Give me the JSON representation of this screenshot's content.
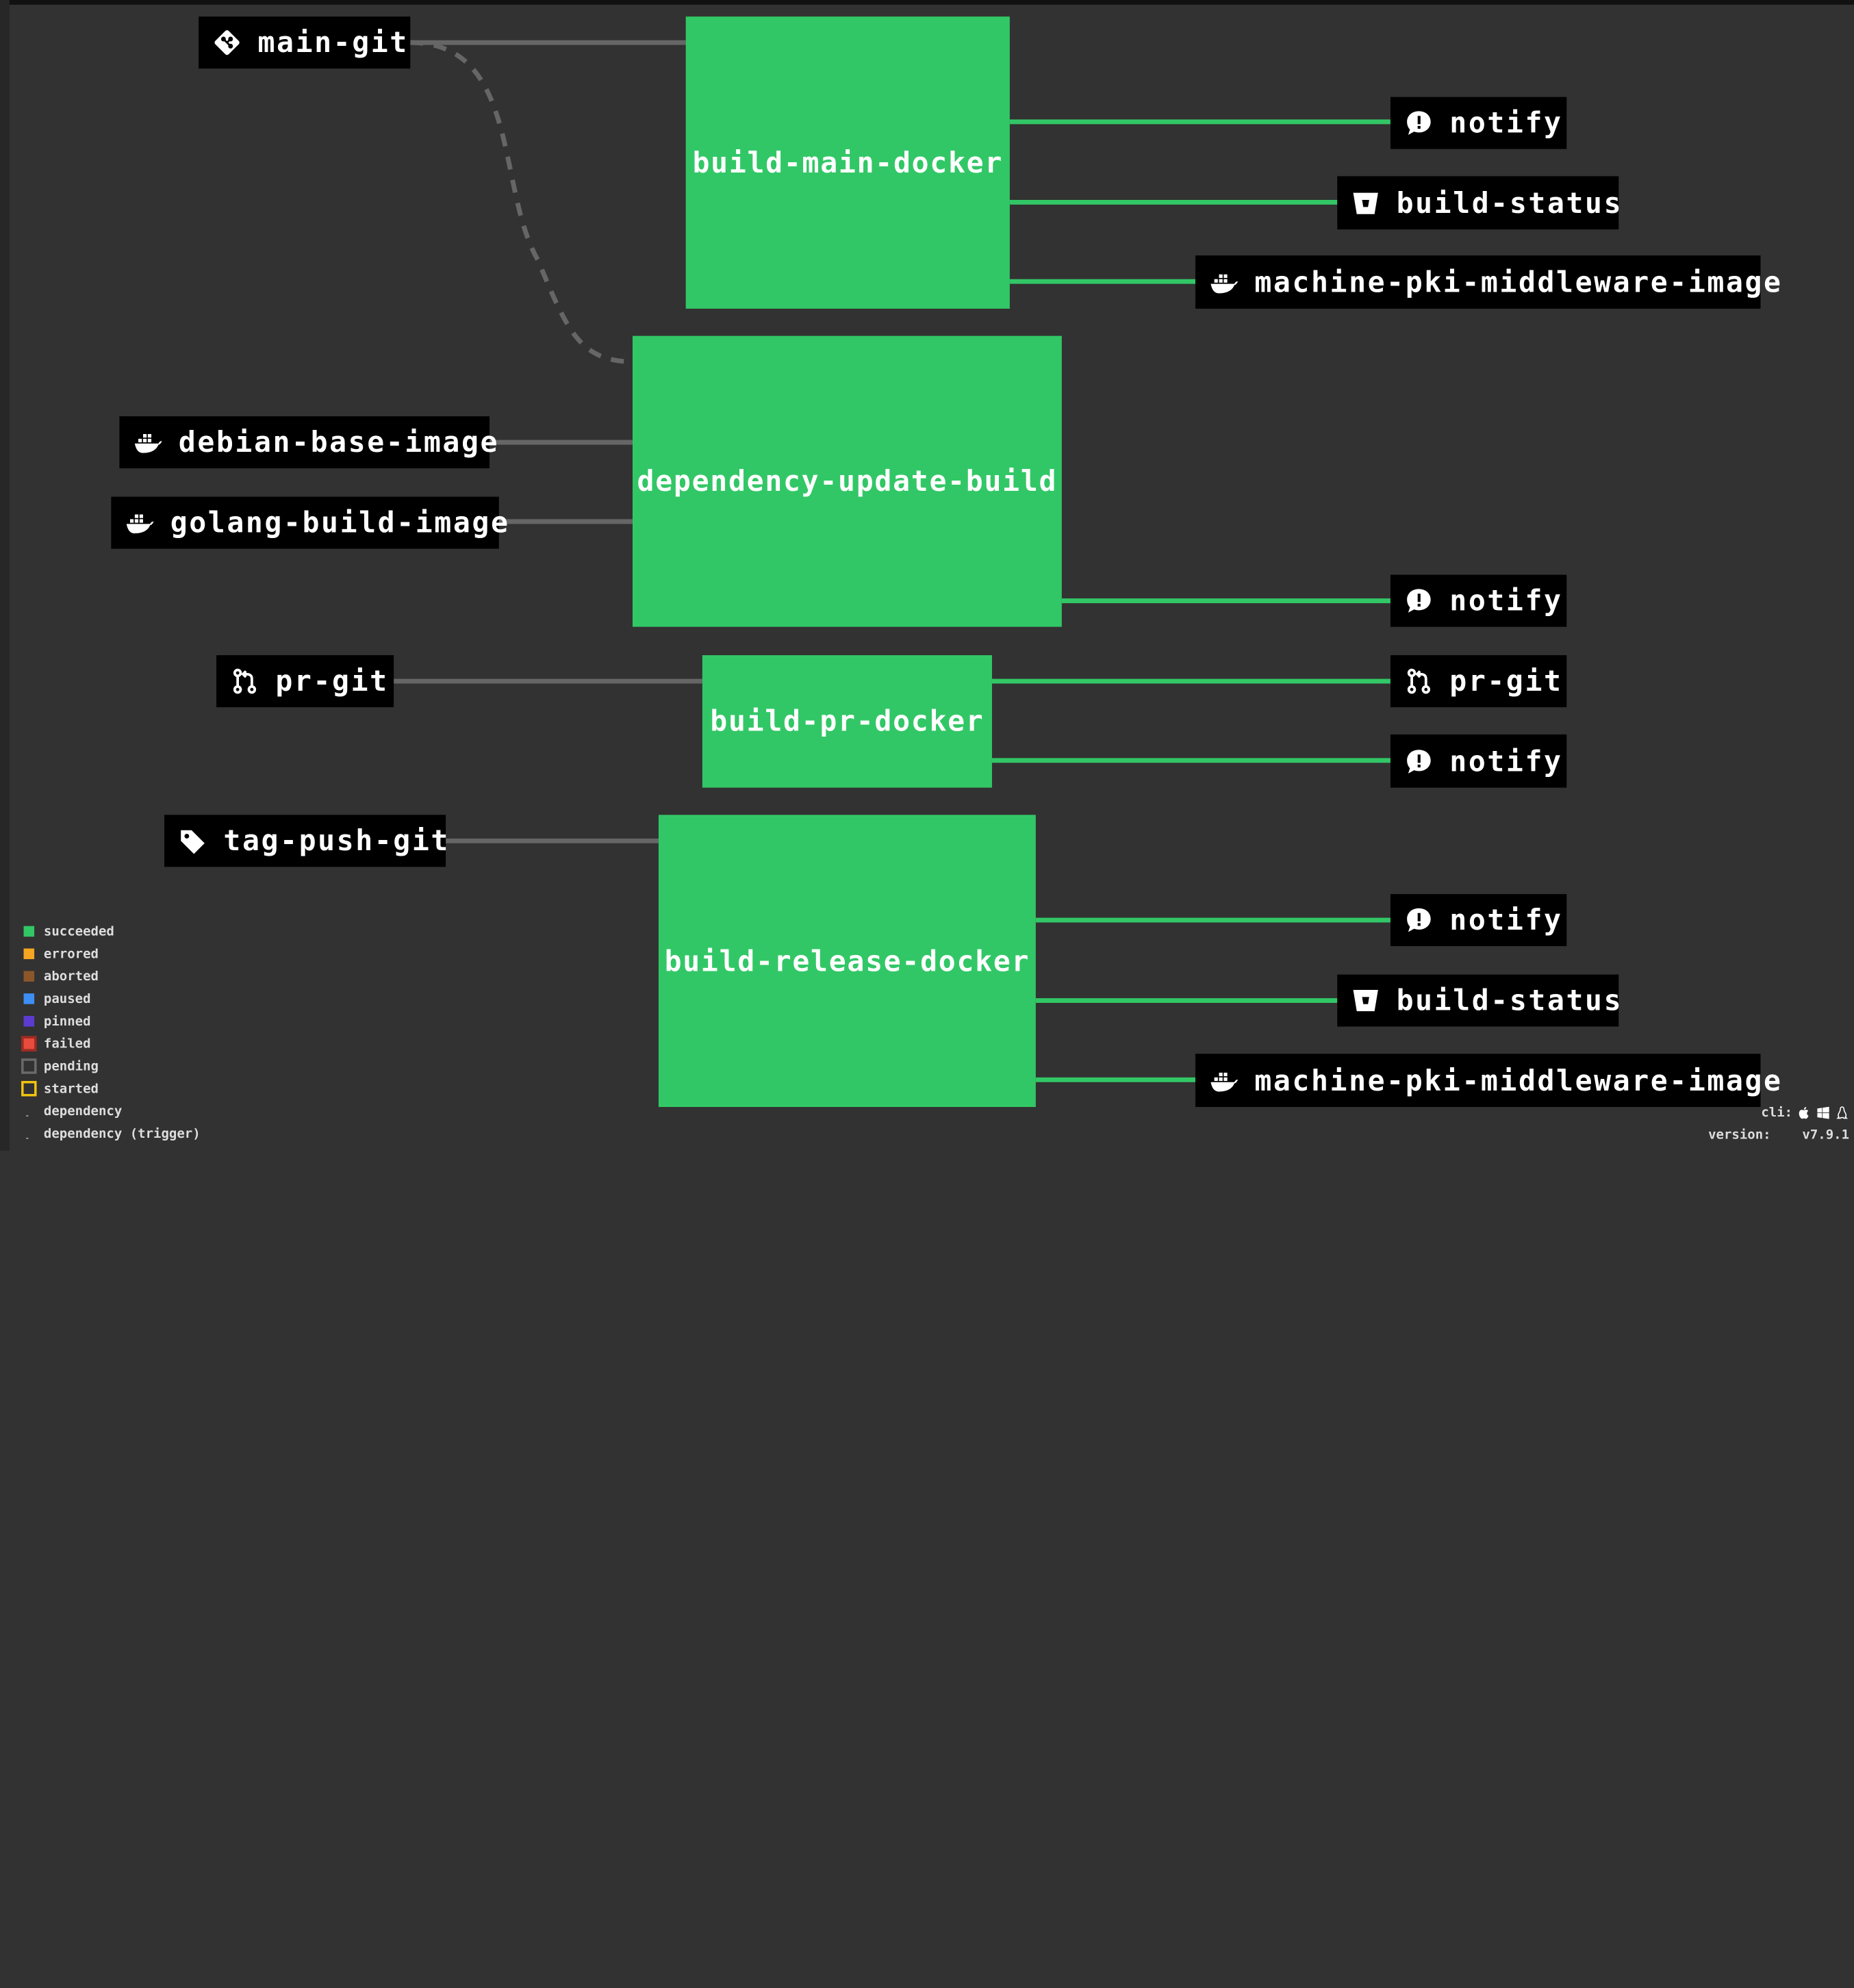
{
  "colors": {
    "background": "#323232",
    "job_succeeded": "#32c766",
    "resource_box": "#000000",
    "edge_input": "#666666",
    "edge_output": "#32c766"
  },
  "jobs": {
    "build_main_docker": "build-main-docker",
    "dependency_update_build": "dependency-update-build",
    "build_pr_docker": "build-pr-docker",
    "build_release_docker": "build-release-docker"
  },
  "resources": {
    "main_git": {
      "label": "main-git",
      "icon": "git-icon"
    },
    "debian_base_image": {
      "label": "debian-base-image",
      "icon": "docker-icon"
    },
    "golang_build_image": {
      "label": "golang-build-image",
      "icon": "docker-icon"
    },
    "pr_git_in": {
      "label": "pr-git",
      "icon": "pull-request-icon"
    },
    "tag_push_git": {
      "label": "tag-push-git",
      "icon": "tag-icon"
    },
    "notify_1": {
      "label": "notify",
      "icon": "chat-alert-icon"
    },
    "build_status_1": {
      "label": "build-status",
      "icon": "bitbucket-icon"
    },
    "machine_pki_1": {
      "label": "machine-pki-middleware-image",
      "icon": "docker-icon"
    },
    "notify_2": {
      "label": "notify",
      "icon": "chat-alert-icon"
    },
    "pr_git_out": {
      "label": "pr-git",
      "icon": "pull-request-icon"
    },
    "notify_3": {
      "label": "notify",
      "icon": "chat-alert-icon"
    },
    "notify_4": {
      "label": "notify",
      "icon": "chat-alert-icon"
    },
    "build_status_2": {
      "label": "build-status",
      "icon": "bitbucket-icon"
    },
    "machine_pki_2": {
      "label": "machine-pki-middleware-image",
      "icon": "docker-icon"
    }
  },
  "legend": {
    "items": [
      {
        "label": "succeeded",
        "color": "#32c766"
      },
      {
        "label": "errored",
        "color": "#f5a623"
      },
      {
        "label": "aborted",
        "color": "#8b572a"
      },
      {
        "label": "paused",
        "color": "#3d8ff5"
      },
      {
        "label": "pinned",
        "color": "#5c3bd1"
      },
      {
        "label": "failed",
        "color": "#e74c3c"
      },
      {
        "label": "pending",
        "color": "#6b6b6b"
      },
      {
        "label": "started",
        "color": "#f1c40f"
      },
      {
        "label": "dependency",
        "color": "#999999"
      },
      {
        "label": "dependency (trigger)",
        "color": "#999999"
      }
    ]
  },
  "footer": {
    "cli_label": "cli:",
    "cli_icons": [
      "apple-icon",
      "windows-icon",
      "linux-icon"
    ],
    "version_label": "version:",
    "version_value": "v7.9.1"
  }
}
